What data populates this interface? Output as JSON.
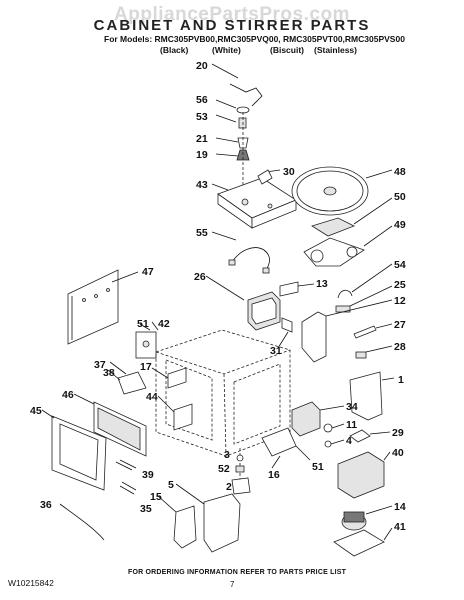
{
  "header": {
    "watermark": "AppliancePartsPros.com",
    "title": "CABINET AND STIRRER PARTS",
    "models": "For Models: RMC305PVB00,RMC305PVQ00, RMC305PVT00,RMC305PVS00",
    "variants": [
      "(Black)",
      "(White)",
      "(Biscuit)",
      "(Stainless)"
    ]
  },
  "footer": {
    "ordering_note": "FOR ORDERING INFORMATION REFER TO PARTS PRICE LIST",
    "doc_number": "W10215842",
    "page_number": "7"
  },
  "callouts": [
    "20",
    "56",
    "53",
    "21",
    "19",
    "30",
    "48",
    "43",
    "50",
    "49",
    "55",
    "47",
    "54",
    "25",
    "26",
    "13",
    "12",
    "51",
    "42",
    "31",
    "27",
    "28",
    "38",
    "37",
    "17",
    "1",
    "46",
    "45",
    "44",
    "34",
    "11",
    "4",
    "3",
    "52",
    "29",
    "40",
    "2",
    "16",
    "51",
    "39",
    "5",
    "15",
    "14",
    "36",
    "35",
    "41"
  ]
}
